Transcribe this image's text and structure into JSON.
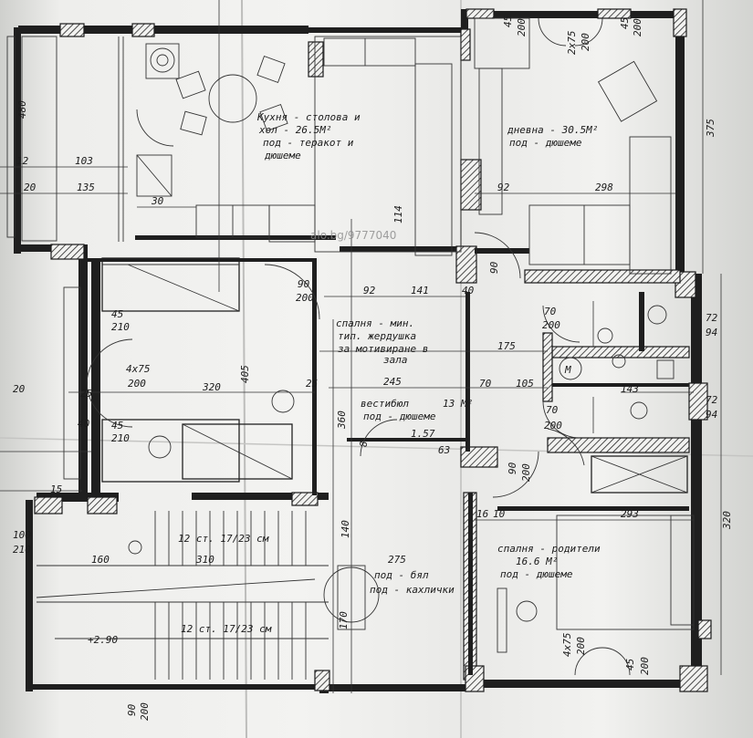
{
  "watermark": "alo.bg/9777040",
  "rooms": {
    "kitchen": [
      "Кухня - столова и",
      "хол - 26.5М²",
      "под - теракот и",
      "дюшеме"
    ],
    "living": [
      "дневна - 30.5М²",
      "под - дюшеме"
    ],
    "bedroom_kids": [
      "спалня - мин.",
      "тип. жердушка",
      "за мотивиране в",
      "зала"
    ],
    "vestibule": [
      "вестибюл",
      "под - дюшеме",
      "13 М²"
    ],
    "bedroom_parents": [
      "спалня - родители",
      "16.6 М²",
      "под - дюшеме"
    ],
    "stairs_upper": "12 ст. 17/23 см",
    "stairs_lower": "12 ст. 17/23 см",
    "corridor": [
      "под - бял",
      "под - кахлички"
    ]
  },
  "dims": {
    "d480": "480",
    "d12a": "12",
    "d103": "103",
    "d20": "20",
    "d135": "135",
    "d30": "30",
    "d90_200": "90",
    "d200_a": "200",
    "d92": "92",
    "d141": "141",
    "d40": "40",
    "d45a": "45",
    "d210a": "210",
    "d4x75": "4x75",
    "d200b": "200",
    "d320": "320",
    "d405": "405",
    "d25": "25",
    "d245": "245",
    "d70": "70",
    "d105": "105",
    "d45b": "45",
    "d210b": "210",
    "d157": "1.57",
    "d63": "63",
    "d15": "15",
    "d100": "100",
    "d210c": "210",
    "d160": "160",
    "d310": "310",
    "d275": "275",
    "d290": "+2.90",
    "d140": "140",
    "d170": "170",
    "d92b": "92",
    "d298": "298",
    "d175": "175",
    "d72a": "72",
    "d94a": "94",
    "d72b": "72",
    "d94b": "94",
    "d143": "143",
    "d70b": "70",
    "d200c": "200",
    "d90b": "90",
    "d200d": "200",
    "d293": "293",
    "d320b": "320",
    "d375": "375",
    "d2x75": "2x75",
    "d200e": "200",
    "d4x75b": "4x75",
    "d200f": "200",
    "d45c": "45",
    "d200g": "200",
    "d200h": "200",
    "d45d": "45",
    "d45e": "45",
    "d200i": "200",
    "d114": "114",
    "d90c": "90",
    "d160b": "16",
    "d10": "10",
    "d8": "8",
    "d20b": "20",
    "d360": "360",
    "d25b": "25",
    "d40b": "40",
    "d70c": "70",
    "d200j": "200",
    "d90d": "90",
    "d200k": "200"
  }
}
